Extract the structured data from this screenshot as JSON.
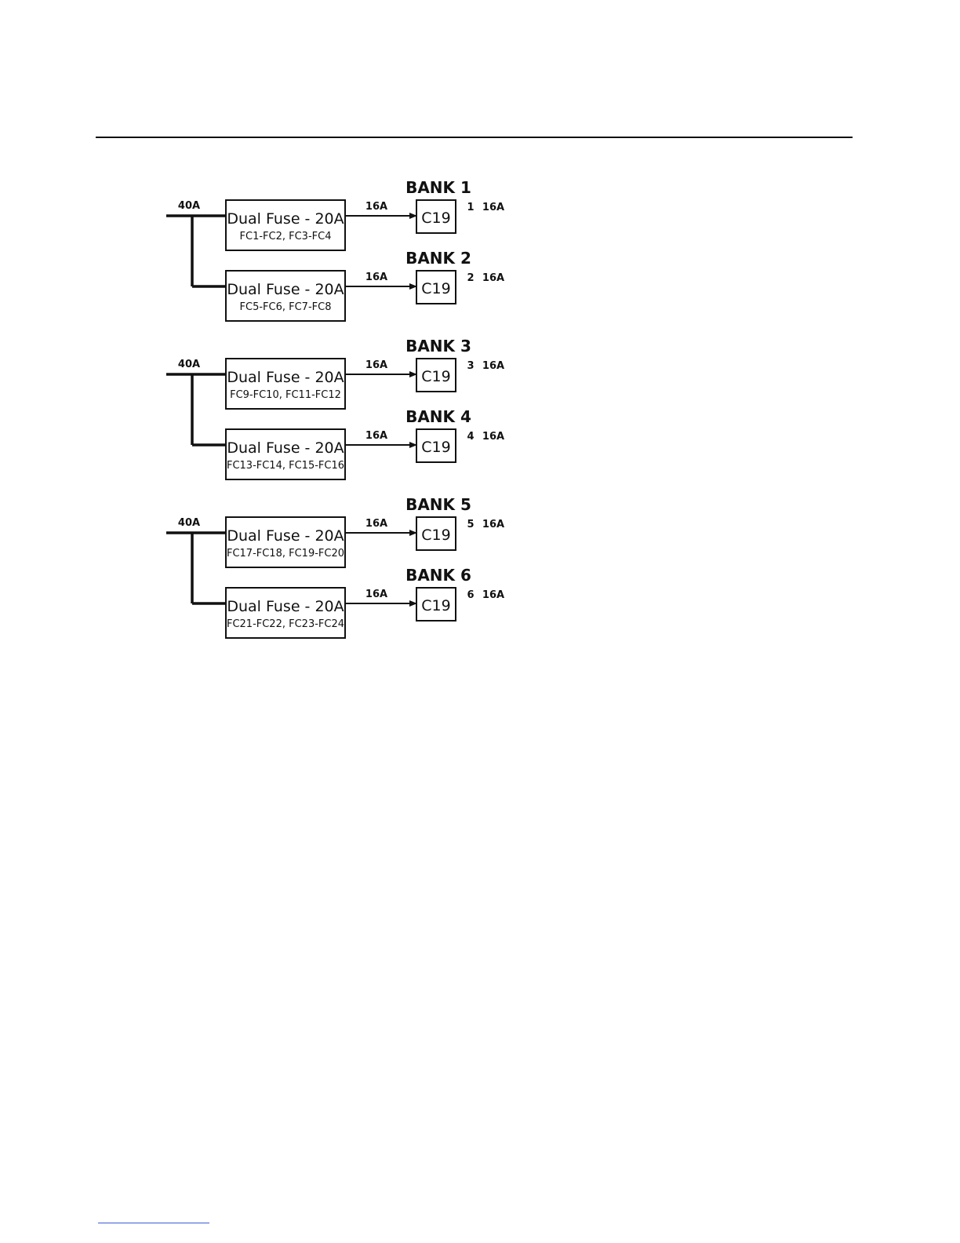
{
  "diagram": {
    "groups": [
      {
        "input_label": "40A",
        "branches": [
          {
            "fuse_title": "Dual Fuse - 20A",
            "fuse_sub": "FC1-FC2, FC3-FC4",
            "line_label": "16A",
            "bank_label": "BANK 1",
            "outlet": "C19",
            "outlet_num": "1",
            "outlet_rating": "16A"
          },
          {
            "fuse_title": "Dual Fuse - 20A",
            "fuse_sub": "FC5-FC6, FC7-FC8",
            "line_label": "16A",
            "bank_label": "BANK 2",
            "outlet": "C19",
            "outlet_num": "2",
            "outlet_rating": "16A"
          }
        ]
      },
      {
        "input_label": "40A",
        "branches": [
          {
            "fuse_title": "Dual Fuse - 20A",
            "fuse_sub": "FC9-FC10, FC11-FC12",
            "line_label": "16A",
            "bank_label": "BANK 3",
            "outlet": "C19",
            "outlet_num": "3",
            "outlet_rating": "16A"
          },
          {
            "fuse_title": "Dual Fuse - 20A",
            "fuse_sub": "FC13-FC14, FC15-FC16",
            "line_label": "16A",
            "bank_label": "BANK 4",
            "outlet": "C19",
            "outlet_num": "4",
            "outlet_rating": "16A"
          }
        ]
      },
      {
        "input_label": "40A",
        "branches": [
          {
            "fuse_title": "Dual Fuse - 20A",
            "fuse_sub": "FC17-FC18, FC19-FC20",
            "line_label": "16A",
            "bank_label": "BANK 5",
            "outlet": "C19",
            "outlet_num": "5",
            "outlet_rating": "16A"
          },
          {
            "fuse_title": "Dual Fuse - 20A",
            "fuse_sub": "FC21-FC22, FC23-FC24",
            "line_label": "16A",
            "bank_label": "BANK 6",
            "outlet": "C19",
            "outlet_num": "6",
            "outlet_rating": "16A"
          }
        ]
      }
    ]
  }
}
